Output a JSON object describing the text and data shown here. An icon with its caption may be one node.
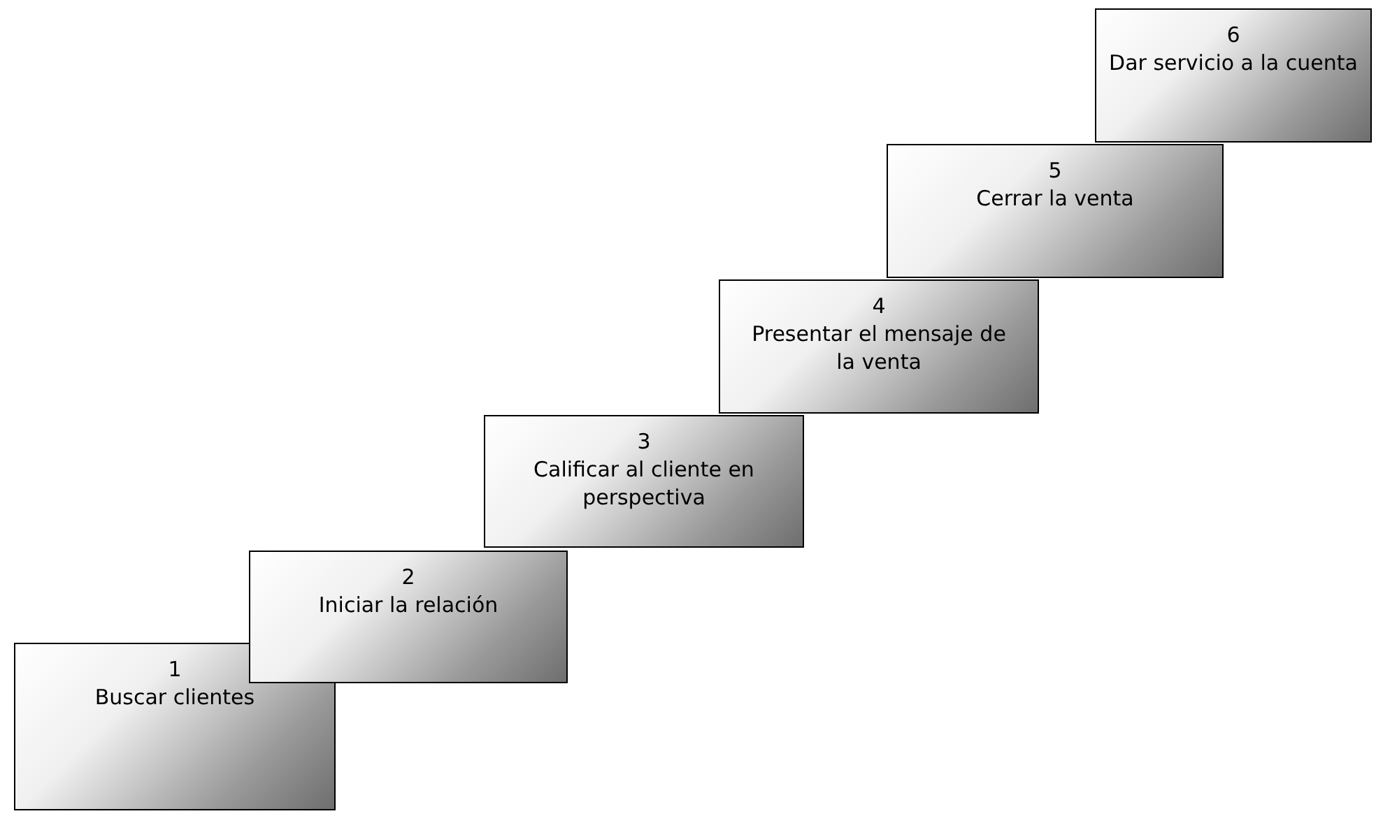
{
  "diagram": {
    "nodes": [
      {
        "text": [
          "1",
          "Buscar clientes"
        ]
      },
      {
        "text": [
          "2",
          "Iniciar la relación"
        ]
      },
      {
        "text": [
          "3",
          "Calificar al cliente en perspectiva"
        ]
      },
      {
        "text": [
          "4",
          "Presentar el mensaje de la venta"
        ]
      },
      {
        "text": [
          "5",
          "Cerrar la venta"
        ]
      },
      {
        "text": [
          "6",
          "Dar servicio a la cuenta"
        ]
      }
    ]
  }
}
